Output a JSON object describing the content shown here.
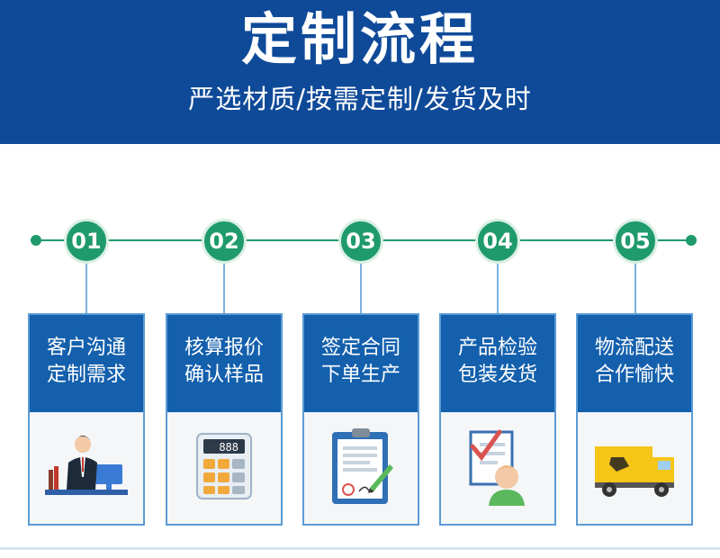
{
  "header": {
    "title": "定制流程",
    "subtitle": "严选材质/按需定制/发货及时"
  },
  "colors": {
    "header_bg": "#0f4a99",
    "accent_green": "#1f9a6c",
    "card_head": "#1460ad",
    "card_border": "#5b9bd5"
  },
  "steps": [
    {
      "number": "01",
      "line1": "客户沟通",
      "line2": "定制需求",
      "icon": "businessman-at-computer-icon"
    },
    {
      "number": "02",
      "line1": "核算报价",
      "line2": "确认样品",
      "icon": "calculator-icon"
    },
    {
      "number": "03",
      "line1": "签定合同",
      "line2": "下单生产",
      "icon": "contract-clipboard-icon"
    },
    {
      "number": "04",
      "line1": "产品检验",
      "line2": "包装发货",
      "icon": "inspection-checklist-icon"
    },
    {
      "number": "05",
      "line1": "物流配送",
      "line2": "合作愉快",
      "icon": "delivery-truck-icon"
    }
  ]
}
